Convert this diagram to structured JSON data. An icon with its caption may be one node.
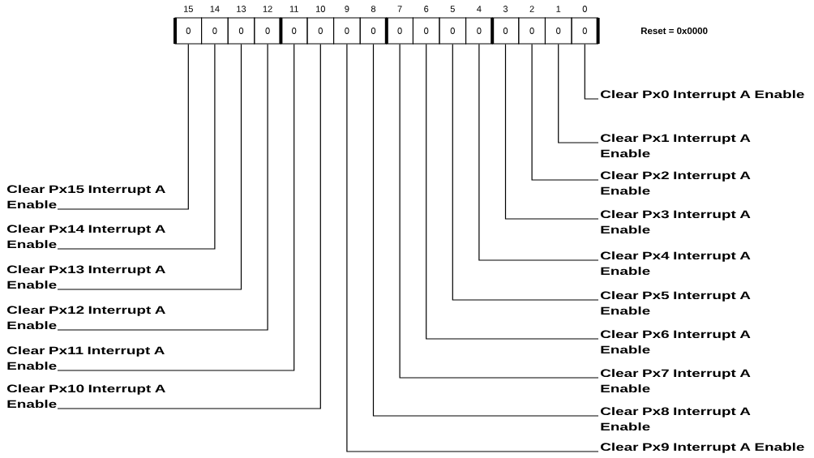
{
  "diagram": {
    "nodes": [
      {
        "text": [
          "0"
        ],
        "beside": [
          "15"
        ]
      },
      {
        "text": [
          "0"
        ],
        "beside": [
          "14"
        ]
      },
      {
        "text": [
          "0"
        ],
        "beside": [
          "13"
        ]
      },
      {
        "text": [
          "0"
        ],
        "beside": [
          "12"
        ]
      },
      {
        "text": [
          "0"
        ],
        "beside": [
          "11"
        ]
      },
      {
        "text": [
          "0"
        ],
        "beside": [
          "10"
        ]
      },
      {
        "text": [
          "0"
        ],
        "beside": [
          "9"
        ]
      },
      {
        "text": [
          "0"
        ],
        "beside": [
          "8"
        ]
      },
      {
        "text": [
          "0"
        ],
        "beside": [
          "7"
        ]
      },
      {
        "text": [
          "0"
        ],
        "beside": [
          "6"
        ]
      },
      {
        "text": [
          "0"
        ],
        "beside": [
          "5"
        ]
      },
      {
        "text": [
          "0"
        ],
        "beside": [
          "4"
        ]
      },
      {
        "text": [
          "0"
        ],
        "beside": [
          "3"
        ]
      },
      {
        "text": [
          "0"
        ],
        "beside": [
          "2"
        ]
      },
      {
        "text": [
          "0"
        ],
        "beside": [
          "1"
        ]
      },
      {
        "text": [
          "0"
        ],
        "beside": [
          "0"
        ]
      },
      {
        "text": [
          "Clear Px0 Interrupt A Enable"
        ]
      },
      {
        "text": [
          "Clear Px1 Interrupt A Enable"
        ]
      },
      {
        "text": [
          "Clear Px2 Interrupt A Enable"
        ]
      },
      {
        "text": [
          "Clear Px3 Interrupt A Enable"
        ]
      },
      {
        "text": [
          "Clear Px15 Interrupt A Enable"
        ]
      },
      {
        "text": [
          "Clear Px4 Interrupt A Enable"
        ]
      },
      {
        "text": [
          "Clear Px14 Interrupt A Enable"
        ]
      },
      {
        "text": [
          "Clear Px5 Interrupt A Enable"
        ]
      },
      {
        "text": [
          "Clear Px13 Interrupt A Enable"
        ]
      },
      {
        "text": [
          "Clear Px6 Interrupt A Enable"
        ]
      },
      {
        "text": [
          "Clear Px12 Interrupt A Enable"
        ]
      },
      {
        "text": [
          "Clear Px7 Interrupt A Enable"
        ]
      },
      {
        "text": [
          "Clear Px11 Interrupt A Enable"
        ]
      },
      {
        "text": [
          "Clear Px8 Interrupt A Enable"
        ]
      },
      {
        "text": [
          "Clear Px10 Interrupt A Enable"
        ]
      },
      {
        "text": [
          "Clear Px9 Interrupt A Enable"
        ]
      }
    ],
    "edges": [
      {
        "from": 16,
        "to": 15,
        "arrow": "none"
      },
      {
        "from": 17,
        "to": 14,
        "arrow": "none"
      },
      {
        "from": 18,
        "to": 13,
        "arrow": "none"
      },
      {
        "from": 19,
        "to": 12,
        "arrow": "none"
      },
      {
        "from": 20,
        "to": 0,
        "arrow": "none"
      },
      {
        "from": 21,
        "to": 11,
        "arrow": "none"
      },
      {
        "from": 22,
        "to": 1,
        "arrow": "none"
      },
      {
        "from": 23,
        "to": 10,
        "arrow": "none"
      },
      {
        "from": 24,
        "to": 2,
        "arrow": "none"
      },
      {
        "from": 25,
        "to": 9,
        "arrow": "none"
      },
      {
        "from": 26,
        "to": 3,
        "arrow": "none"
      },
      {
        "from": 27,
        "to": 8,
        "arrow": "none"
      },
      {
        "from": 28,
        "to": 4,
        "arrow": "none"
      },
      {
        "from": 29,
        "to": 7,
        "arrow": "none"
      },
      {
        "from": 30,
        "to": 5,
        "arrow": "none"
      },
      {
        "from": 31,
        "to": 6,
        "arrow": "none"
      }
    ],
    "labels": [
      "Reset = 0x0000"
    ]
  }
}
